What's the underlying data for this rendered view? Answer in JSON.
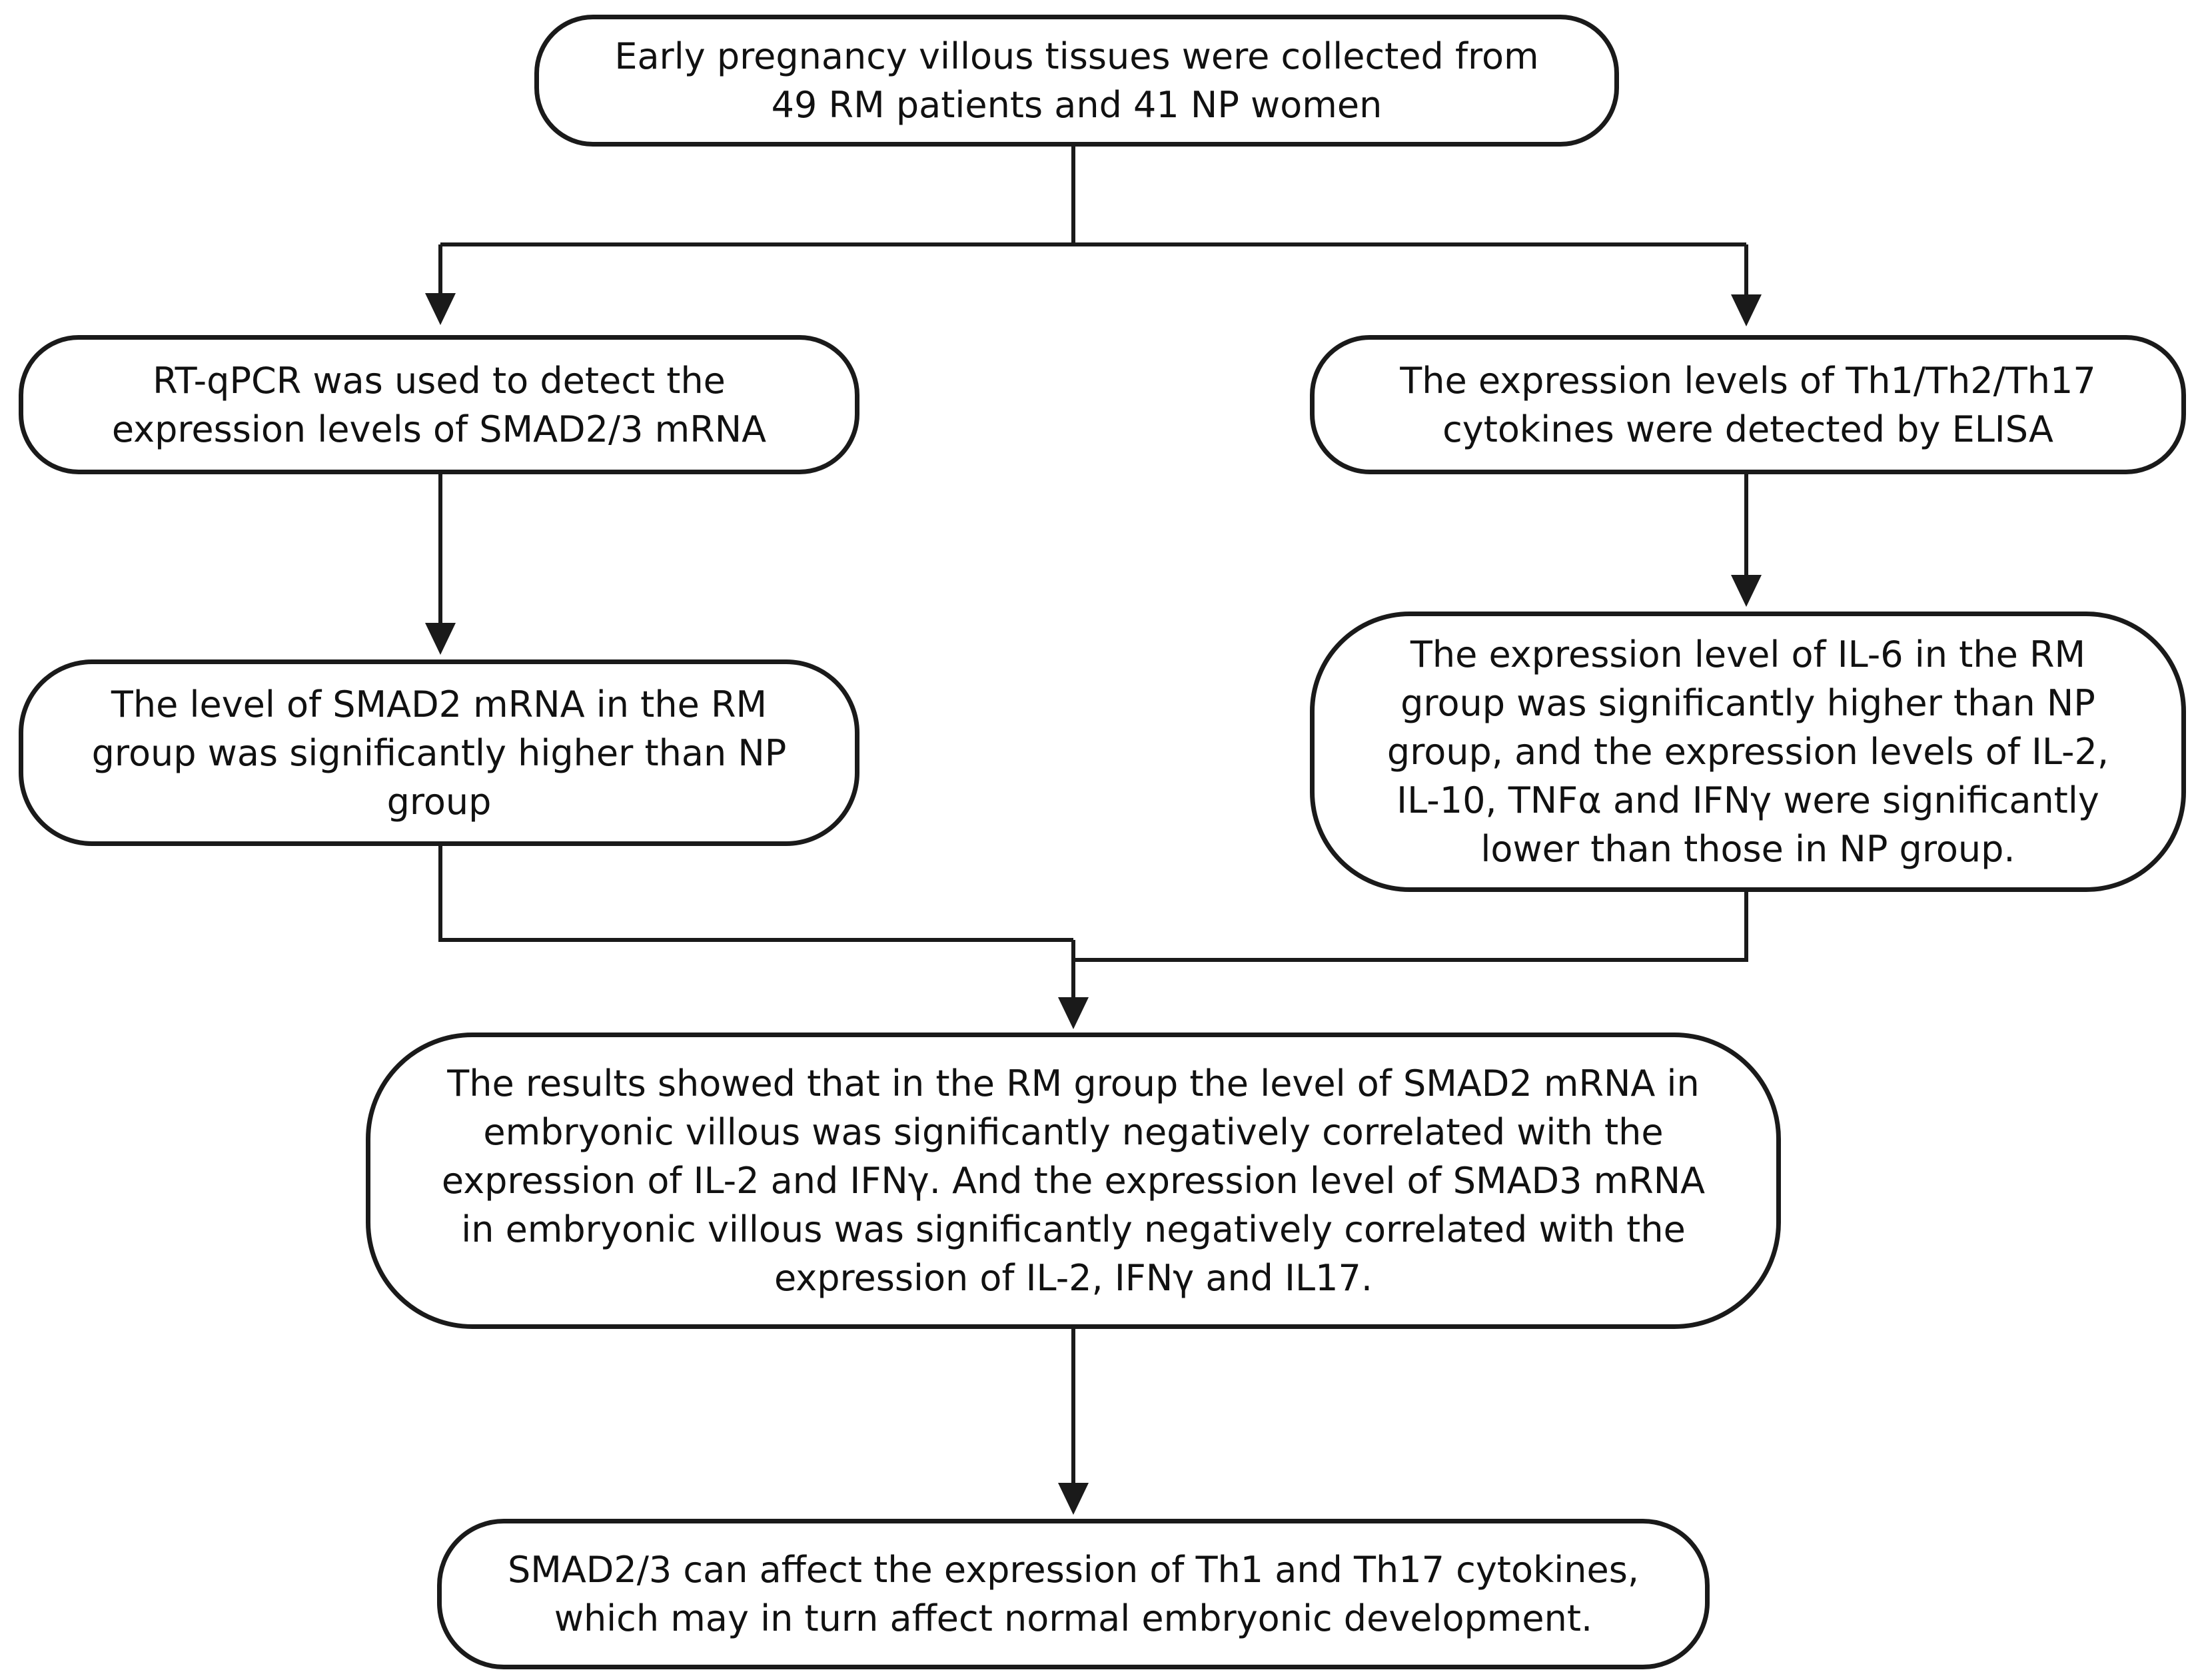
{
  "flowchart": {
    "start": {
      "text": "Early pregnancy villous tissues were collected from\n49 RM patients and 41 NP women"
    },
    "left_branch": {
      "method": {
        "text": "RT-qPCR was used to detect the\nexpression levels of SMAD2/3 mRNA"
      },
      "finding": {
        "text": "The level of SMAD2 mRNA in the RM\ngroup was significantly higher than NP\ngroup"
      }
    },
    "right_branch": {
      "method": {
        "text": "The expression levels of Th1/Th2/Th17\ncytokines were detected by ELISA"
      },
      "finding": {
        "text": "The expression level of IL-6 in the RM\ngroup was significantly higher than NP\ngroup, and the expression levels of IL-2,\nIL-10, TNFα and IFNγ were significantly\nlower than those in NP group."
      }
    },
    "results": {
      "text": "The results showed that in the RM group the level of SMAD2 mRNA in\nembryonic villous was significantly negatively correlated with the\nexpression of IL-2 and IFNγ. And the expression level of SMAD3 mRNA\nin embryonic villous was significantly negatively correlated with the\nexpression of IL-2, IFNγ and IL17."
    },
    "conclusion": {
      "text": "SMAD2/3 can affect the expression of Th1 and Th17 cytokines,\nwhich may in turn affect normal embryonic development."
    }
  }
}
